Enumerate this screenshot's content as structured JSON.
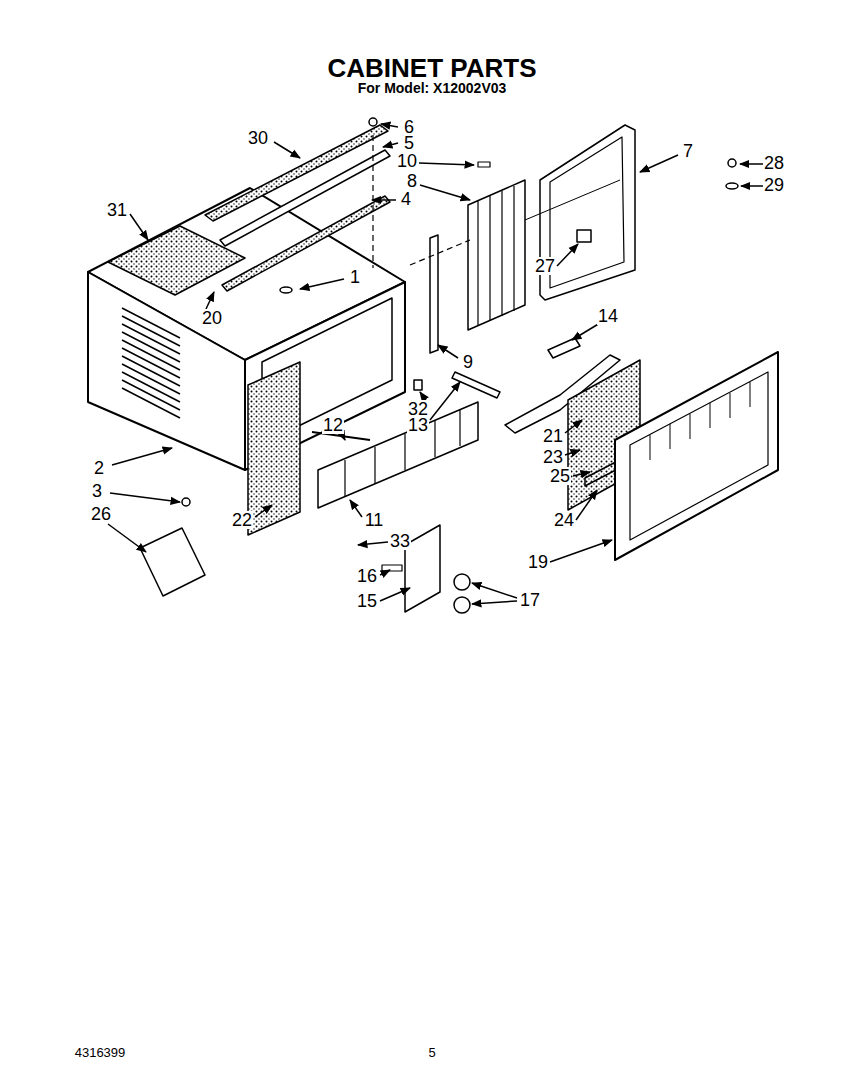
{
  "diagram": {
    "title": "CABINET PARTS",
    "labels": [
      "For Model: X12002V03",
      "30",
      "6",
      "5",
      "10",
      "8",
      "4",
      "7",
      "28",
      "29",
      "31",
      "1",
      "27",
      "20",
      "14",
      "9",
      "32",
      "13",
      "12",
      "21",
      "23",
      "25",
      "2",
      "3",
      "24",
      "26",
      "22",
      "11",
      "33",
      "19",
      "16",
      "15",
      "17",
      "4316399",
      "5"
    ]
  }
}
